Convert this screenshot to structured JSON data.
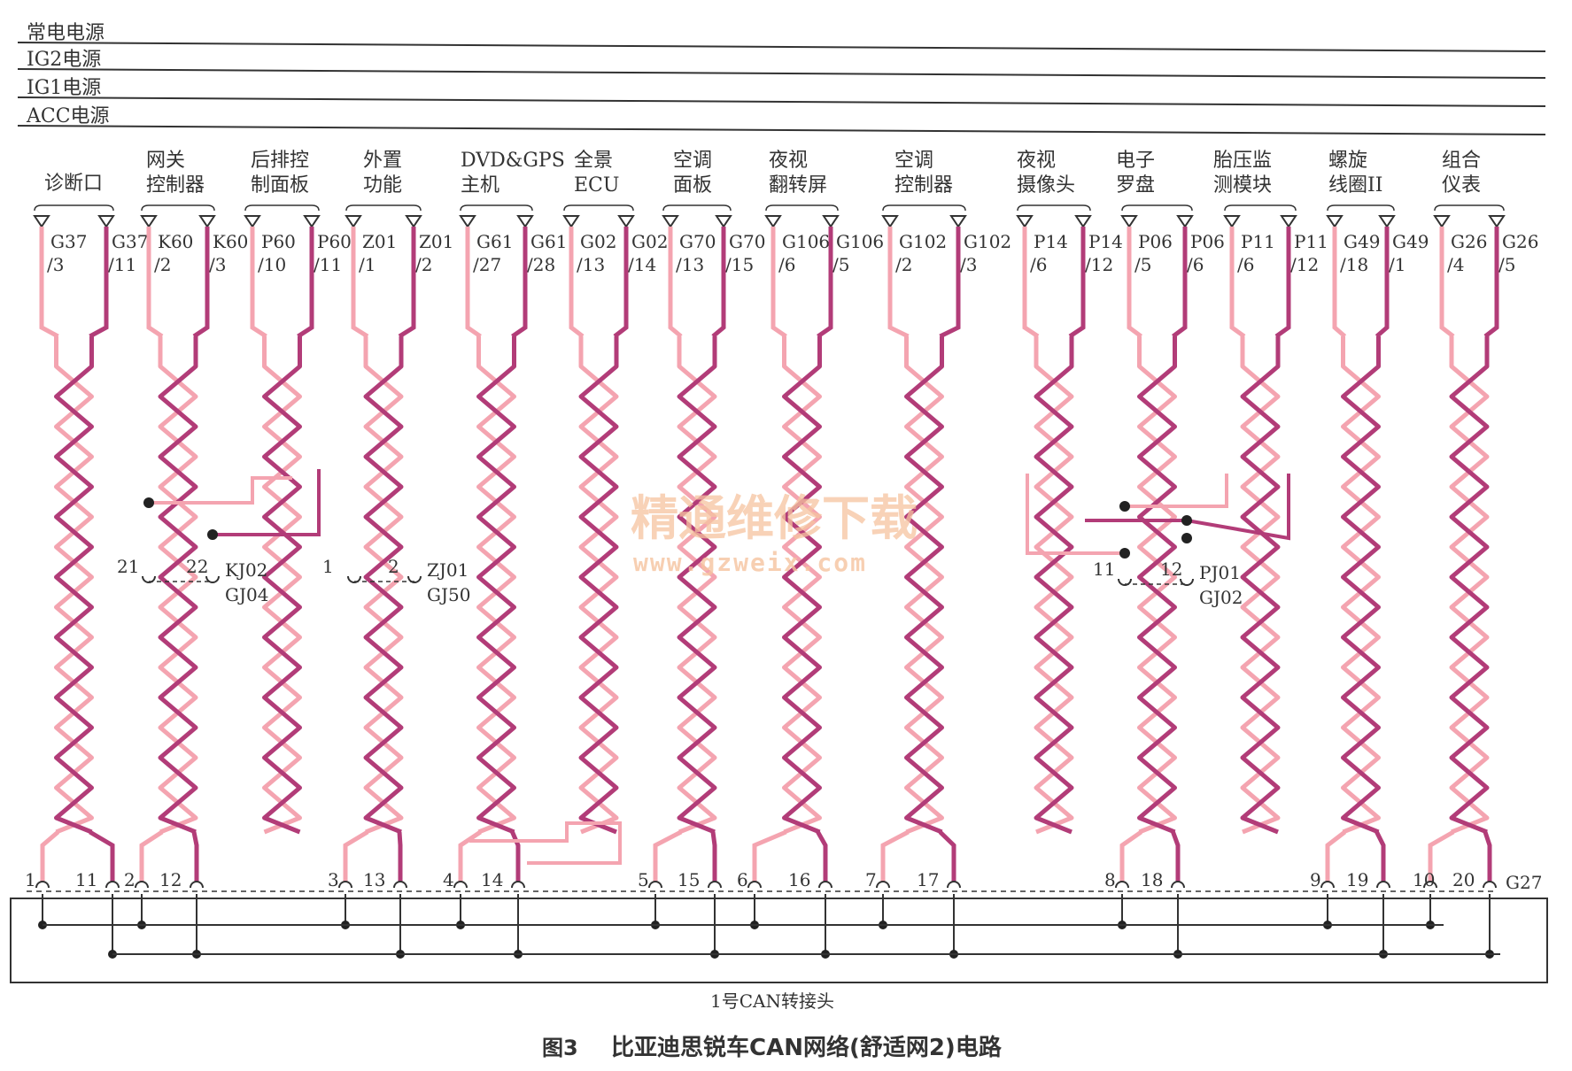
{
  "power_rails": [
    "常电电源",
    "IG2电源",
    "IG1电源",
    "ACC电源"
  ],
  "modules": [
    {
      "lines": [
        "诊断口"
      ],
      "pins": [
        [
          "G37",
          "/3"
        ],
        [
          "G37",
          "/11"
        ]
      ],
      "nums": [
        "1",
        "11"
      ]
    },
    {
      "lines": [
        "网关",
        "控制器"
      ],
      "pins": [
        [
          "K60",
          "/2"
        ],
        [
          "K60",
          "/3"
        ]
      ],
      "nums": [
        "2",
        "12"
      ]
    },
    {
      "lines": [
        "后排控",
        "制面板"
      ],
      "pins": [
        [
          "P60",
          "/10"
        ],
        [
          "P60",
          "/11"
        ]
      ],
      "nums": [
        "",
        ""
      ]
    },
    {
      "lines": [
        "外置",
        "功能"
      ],
      "pins": [
        [
          "Z01",
          "/1"
        ],
        [
          "Z01",
          "/2"
        ]
      ],
      "nums": [
        "3",
        "13"
      ]
    },
    {
      "lines": [
        "DVD&GPS",
        "主机"
      ],
      "pins": [
        [
          "G61",
          "/27"
        ],
        [
          "G61",
          "/28"
        ]
      ],
      "nums": [
        "4",
        "14"
      ]
    },
    {
      "lines": [
        "全景",
        "ECU"
      ],
      "pins": [
        [
          "G02",
          "/13"
        ],
        [
          "G02",
          "/14"
        ]
      ],
      "nums": [
        "",
        ""
      ]
    },
    {
      "lines": [
        "空调",
        "面板"
      ],
      "pins": [
        [
          "G70",
          "/13"
        ],
        [
          "G70",
          "/15"
        ]
      ],
      "nums": [
        "5",
        "15"
      ]
    },
    {
      "lines": [
        "夜视",
        "翻转屏"
      ],
      "pins": [
        [
          "G106",
          "/6"
        ],
        [
          "G106",
          "/5"
        ]
      ],
      "nums": [
        "6",
        "16"
      ]
    },
    {
      "lines": [
        "空调",
        "控制器"
      ],
      "pins": [
        [
          "G102",
          "/2"
        ],
        [
          "G102",
          "/3"
        ]
      ],
      "nums": [
        "7",
        "17"
      ]
    },
    {
      "lines": [
        "夜视",
        "摄像头"
      ],
      "pins": [
        [
          "P14",
          "/6"
        ],
        [
          "P14",
          "/12"
        ]
      ],
      "nums": [
        "",
        ""
      ]
    },
    {
      "lines": [
        "电子",
        "罗盘"
      ],
      "pins": [
        [
          "P06",
          "/5"
        ],
        [
          "P06",
          "/6"
        ]
      ],
      "nums": [
        "8",
        "18"
      ]
    },
    {
      "lines": [
        "胎压监",
        "测模块"
      ],
      "pins": [
        [
          "P11",
          "/6"
        ],
        [
          "P11",
          "/12"
        ]
      ],
      "nums": [
        "",
        ""
      ]
    },
    {
      "lines": [
        "螺旋",
        "线圈II"
      ],
      "pins": [
        [
          "G49",
          "/18"
        ],
        [
          "G49",
          "/1"
        ]
      ],
      "nums": [
        "9",
        "19"
      ]
    },
    {
      "lines": [
        "组合",
        "仪表"
      ],
      "pins": [
        [
          "G26",
          "/4"
        ],
        [
          "G26",
          "/5"
        ]
      ],
      "nums": [
        "10",
        "20"
      ]
    }
  ],
  "splices": [
    {
      "pins": [
        "21",
        "22"
      ],
      "names": [
        "KJ02",
        "GJ04"
      ]
    },
    {
      "pins": [
        "1",
        "2"
      ],
      "names": [
        "ZJ01",
        "GJ50"
      ]
    },
    {
      "pins": [
        "11",
        "12"
      ],
      "names": [
        "PJ01",
        "GJ02"
      ]
    }
  ],
  "can_connector": {
    "name": "1号CAN转接头",
    "pin_label": "G27"
  },
  "caption": {
    "figure": "图3",
    "title": "比亚迪思锐车CAN网络(舒适网2)电路"
  },
  "watermark": {
    "text": "精通维修下载",
    "url": "www.gzweix.com"
  },
  "colors": {
    "can_low": "#f4a4b0",
    "can_high": "#b23c78",
    "line": "#333333",
    "watermark": "#f6c4a0"
  }
}
